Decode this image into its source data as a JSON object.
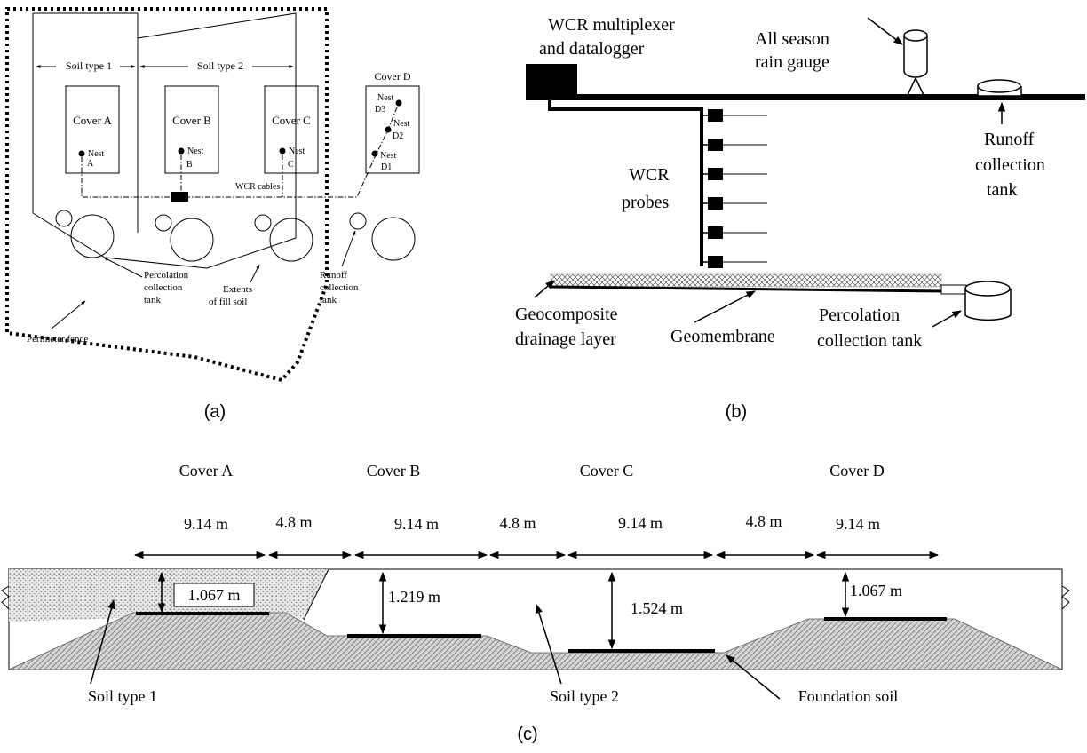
{
  "panel_a": {
    "label": "(a)",
    "soil_type_1": "Soil type 1",
    "soil_type_2": "Soil type 2",
    "cover_a": "Cover A",
    "cover_b": "Cover B",
    "cover_c": "Cover C",
    "cover_d": "Cover D",
    "nest_word": "Nest",
    "nest_a": "A",
    "nest_b": "B",
    "nest_c": "C",
    "nest_d1": "D1",
    "nest_d2": "D2",
    "nest_d3": "D3",
    "wcr_cables": "WCR cables",
    "percolation_tank": [
      "Percolation",
      "collection",
      "tank"
    ],
    "extents_fill": [
      "Extents",
      "of fill soil"
    ],
    "runoff_tank": [
      "Runoff",
      "collection",
      "tank"
    ],
    "perimeter_fence": "Perimeter fence"
  },
  "panel_b": {
    "label": "(b)",
    "multiplexer": [
      "WCR multiplexer",
      "and datalogger"
    ],
    "rain_gauge": [
      "All season",
      "rain gauge"
    ],
    "runoff_tank": [
      "Runoff",
      "collection",
      "tank"
    ],
    "wcr_probes": [
      "WCR",
      "probes"
    ],
    "geocomposite": [
      "Geocomposite",
      "drainage layer"
    ],
    "geomembrane": "Geomembrane",
    "percolation_tank": [
      "Percolation",
      "collection tank"
    ]
  },
  "panel_c": {
    "label": "(c)",
    "covers": [
      "Cover A",
      "Cover B",
      "Cover C",
      "Cover D"
    ],
    "spans": [
      "9.14 m",
      "4.8 m",
      "9.14 m",
      "4.8 m",
      "9.14 m",
      "4.8 m",
      "9.14 m"
    ],
    "depth_a": "1.067 m",
    "depth_b": "1.219 m",
    "depth_c": "1.524 m",
    "depth_d": "1.067 m",
    "soil_type_1": "Soil type 1",
    "soil_type_2": "Soil type 2",
    "foundation_soil": "Foundation soil"
  }
}
